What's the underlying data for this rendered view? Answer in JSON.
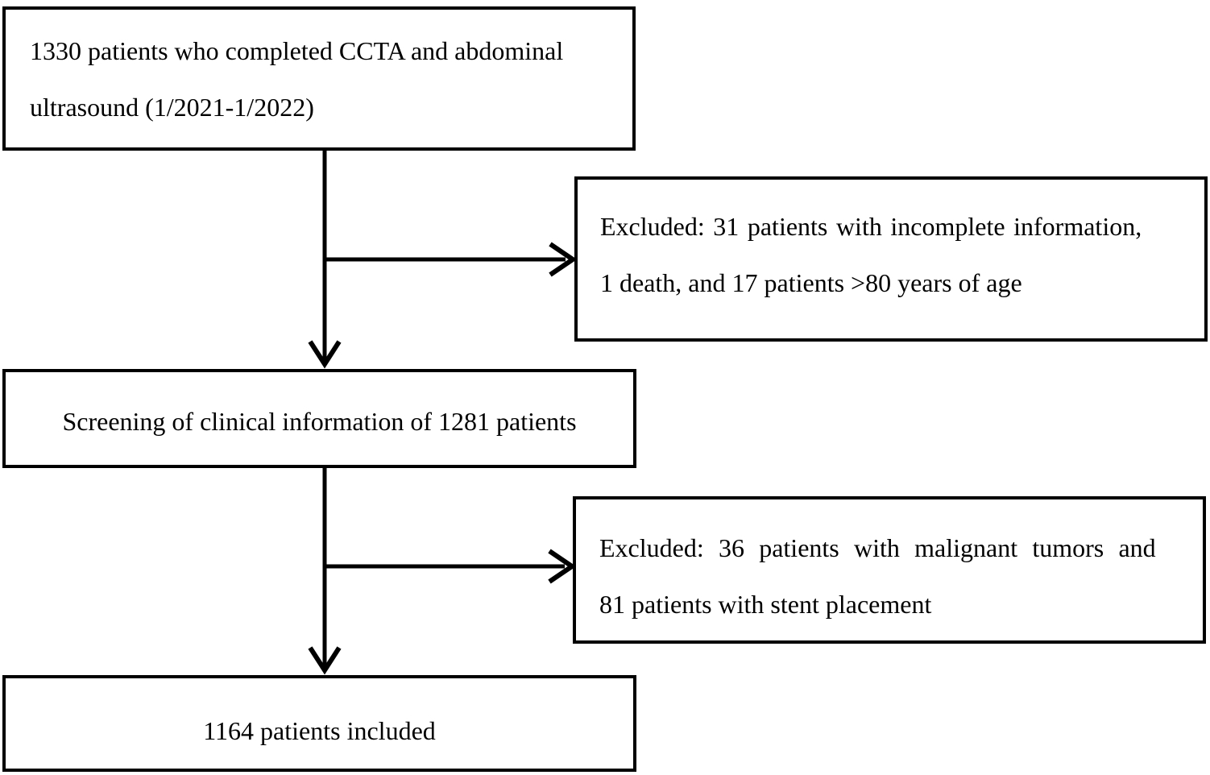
{
  "palette": {
    "background": "#ffffff",
    "border": "#000000",
    "text": "#000000"
  },
  "flowchart": {
    "nodes": {
      "enrolled": {
        "line1": "1330 patients who completed CCTA and abdominal",
        "line2": "ultrasound (1/2021-1/2022)"
      },
      "excluded1": {
        "line1": "Excluded: 31 patients with incomplete information,",
        "line2": "1 death, and 17 patients >80 years of age"
      },
      "screening": {
        "line1": "Screening of clinical information of 1281 patients"
      },
      "excluded2": {
        "line1": "Excluded: 36 patients with malignant tumors and",
        "line2": "81 patients with stent placement"
      },
      "included": {
        "line1": "1164 patients included"
      }
    }
  }
}
